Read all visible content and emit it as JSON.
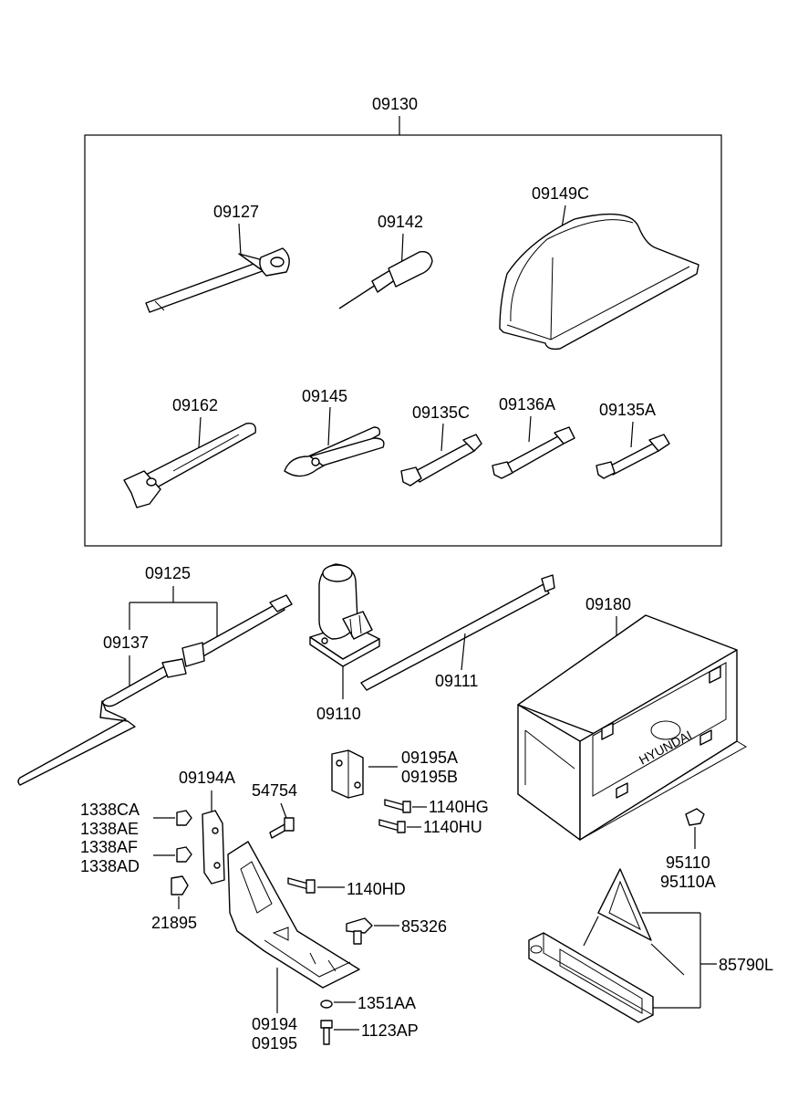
{
  "title_part": "09130",
  "labels": {
    "p09127": "09127",
    "p09142": "09142",
    "p09149c": "09149C",
    "p09162": "09162",
    "p09145": "09145",
    "p09135c": "09135C",
    "p09136a": "09136A",
    "p09135a": "09135A",
    "p09125": "09125",
    "p09137": "09137",
    "p09110": "09110",
    "p09111": "09111",
    "p09180": "09180",
    "p09195a": "09195A",
    "p09195b": "09195B",
    "p09194a": "09194A",
    "p54754": "54754",
    "p1140hg": "1140HG",
    "p1140hu": "1140HU",
    "p1338ca": "1338CA",
    "p1338ae": "1338AE",
    "p1338af": "1338AF",
    "p1338ad": "1338AD",
    "p21895": "21895",
    "p1140hd": "1140HD",
    "p85326": "85326",
    "p09194": "09194",
    "p09195": "09195",
    "p1351aa": "1351AA",
    "p1123ap": "1123AP",
    "p95110": "95110",
    "p95110a": "95110A",
    "p85790l": "85790L"
  },
  "box_logo_text": "HYUNDAI"
}
